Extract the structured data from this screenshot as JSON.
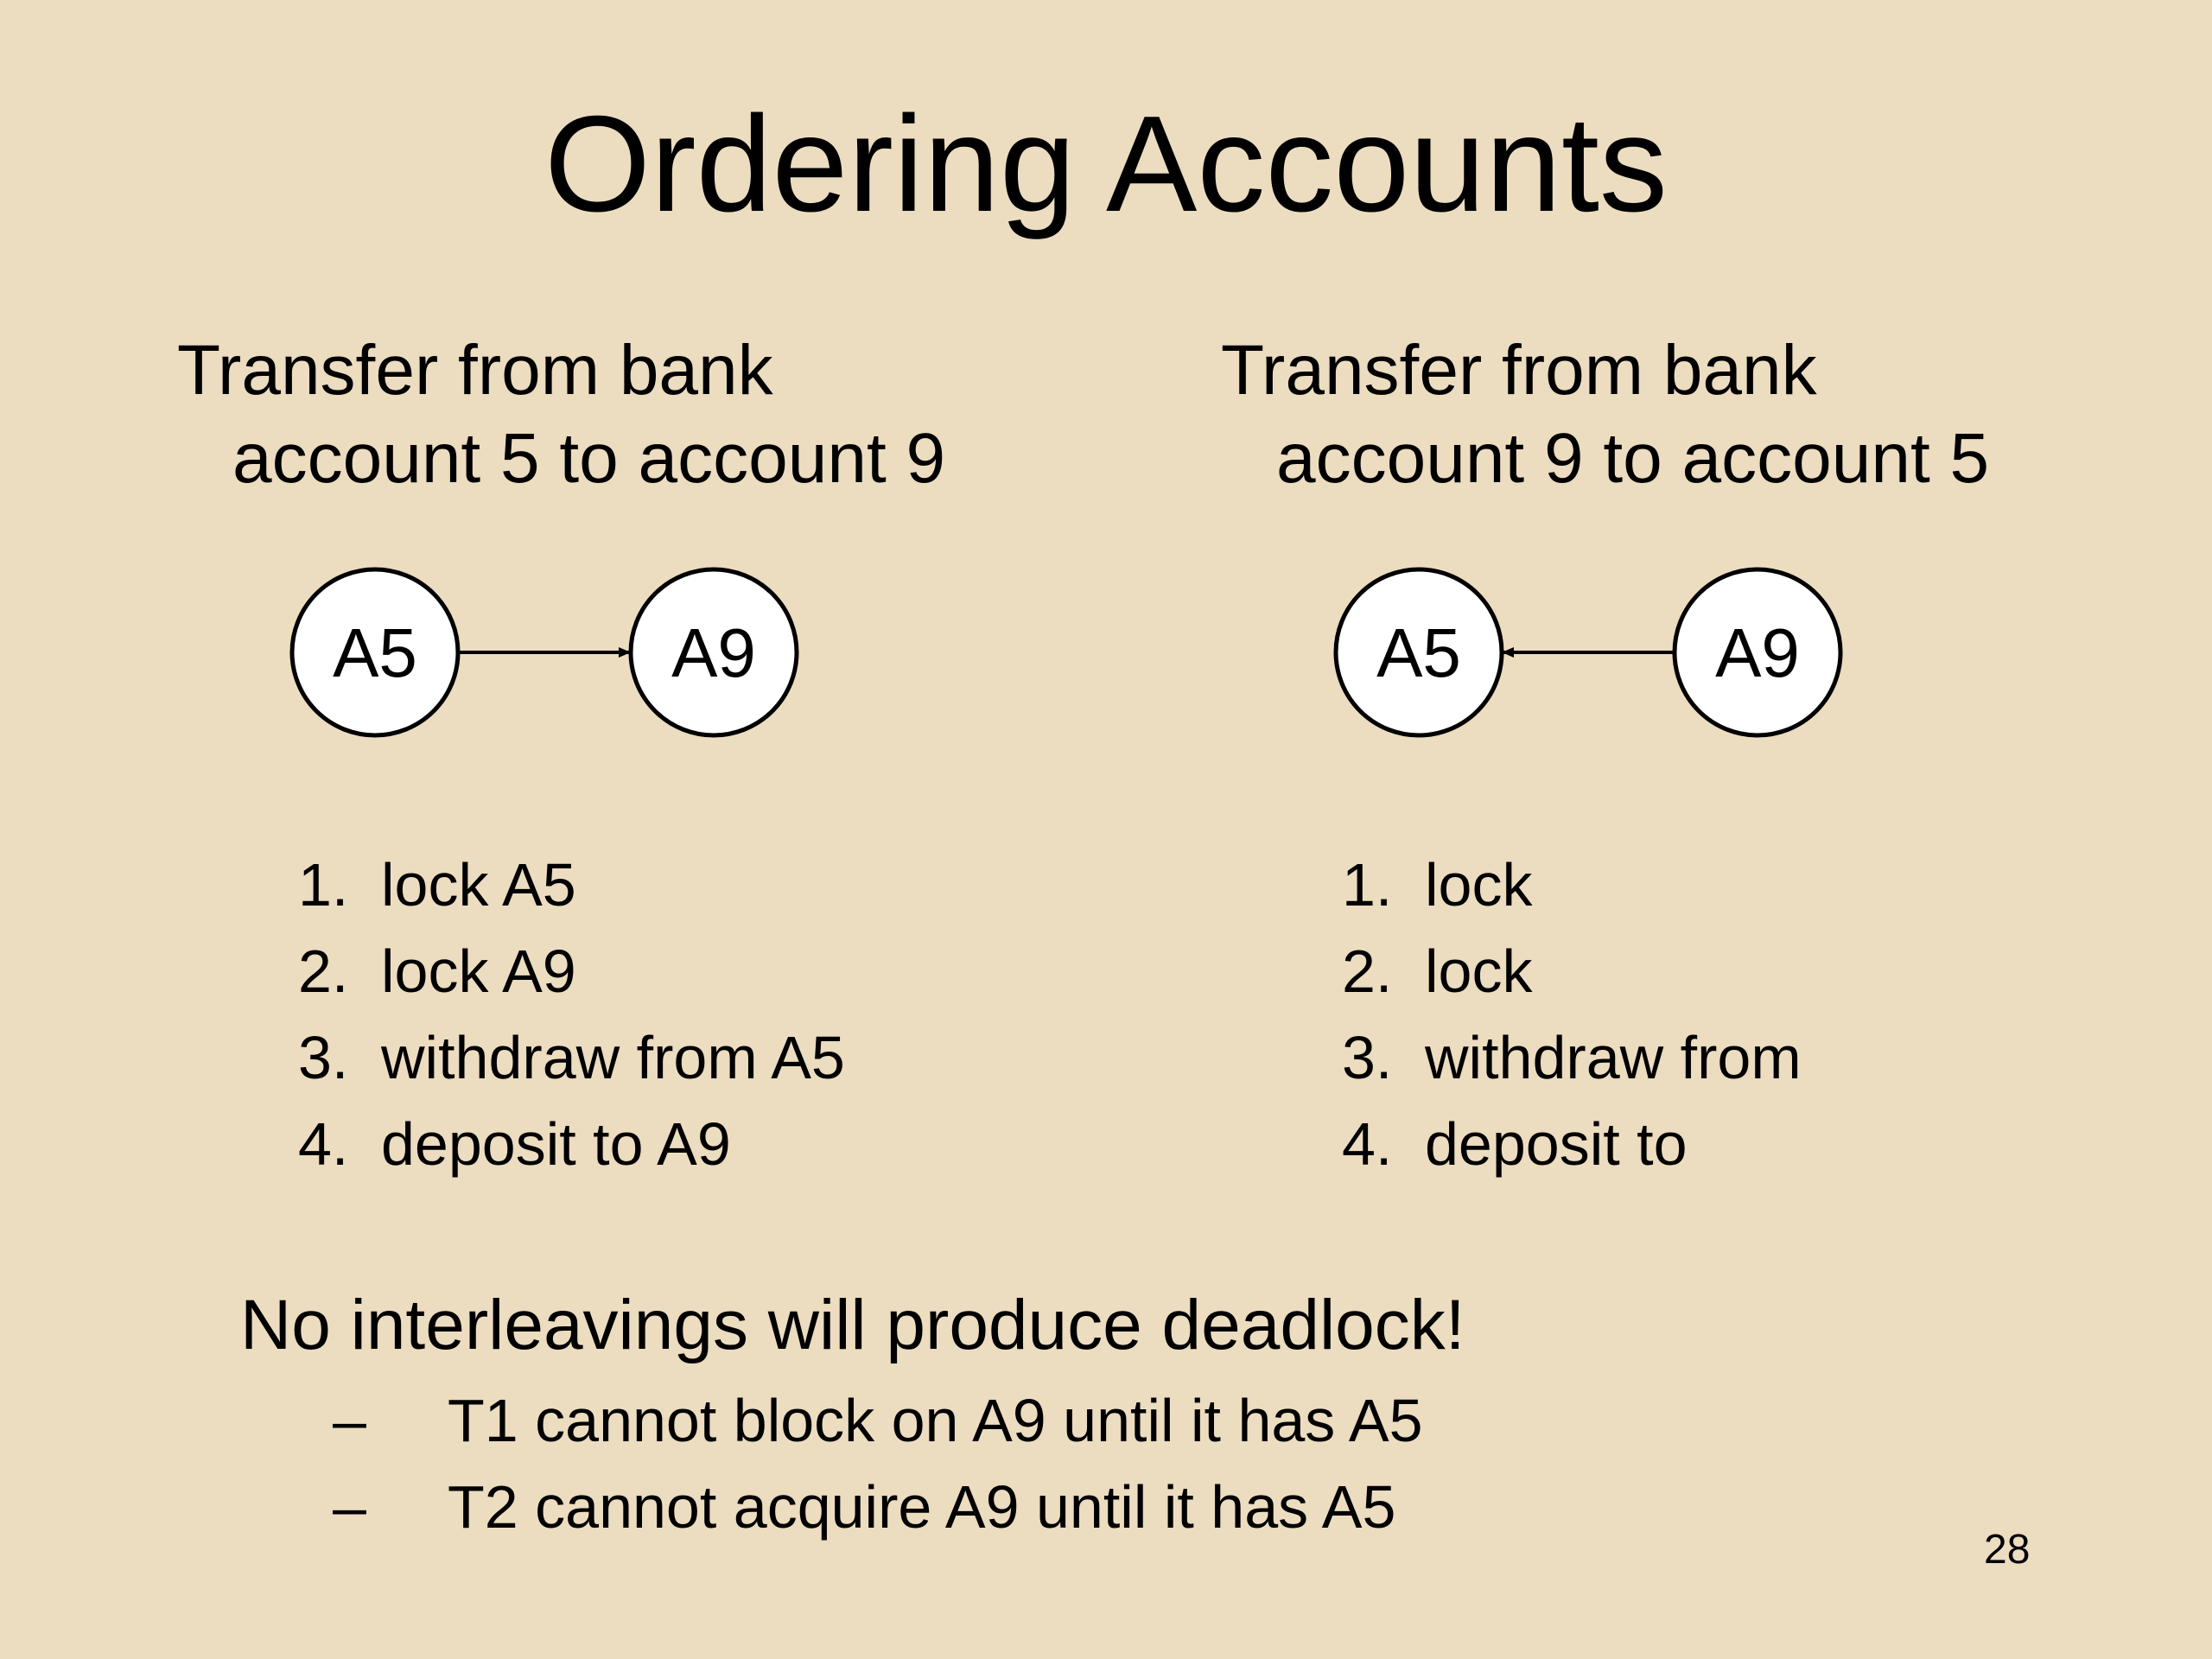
{
  "title": "Ordering Accounts",
  "left": {
    "heading_line1": "Transfer from bank",
    "heading_line2": "account 5 to account 9",
    "graph": {
      "node_a": "A5",
      "node_b": "A9",
      "arrow_direction": "A5 -> A9"
    },
    "steps": [
      {
        "num": "1.",
        "text": "lock A5"
      },
      {
        "num": "2.",
        "text": "lock A9"
      },
      {
        "num": "3.",
        "text": "withdraw from A5"
      },
      {
        "num": "4.",
        "text": "deposit to A9"
      }
    ]
  },
  "right": {
    "heading_line1": "Transfer from bank",
    "heading_line2": "account 9 to account 5",
    "graph": {
      "node_a": "A5",
      "node_b": "A9",
      "arrow_direction": "A9 -> A5"
    },
    "steps": [
      {
        "num": "1.",
        "text": "lock"
      },
      {
        "num": "2.",
        "text": "lock"
      },
      {
        "num": "3.",
        "text": "withdraw from"
      },
      {
        "num": "4.",
        "text": "deposit to"
      }
    ]
  },
  "conclusion": "No interleavings will produce deadlock!",
  "bullets": [
    {
      "dash": "–",
      "text": "T1 cannot block on A9 until it has A5"
    },
    {
      "dash": "–",
      "text": "T2 cannot acquire A9 until it has A5"
    }
  ],
  "page_number": "28",
  "colors": {
    "background": "#ecdcc0",
    "node_fill": "#ffffff",
    "stroke": "#000000"
  }
}
